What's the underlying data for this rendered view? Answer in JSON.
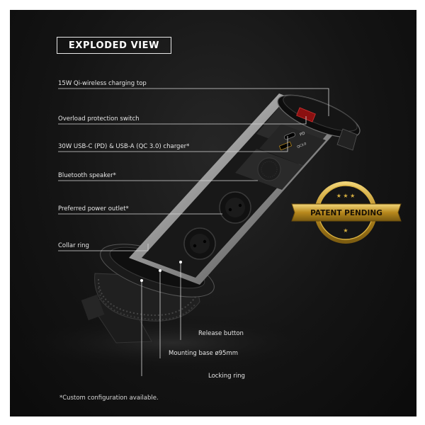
{
  "title": "EXPLODED VIEW",
  "labels": {
    "qi_top": "15W Qi-wireless charging top",
    "overload": "Overload protection switch",
    "usb": "30W USB-C (PD) & USB-A (QC 3.0) charger*",
    "bluetooth": "Bluetooth speaker*",
    "outlet": "Preferred power outlet*",
    "collar": "Collar ring",
    "release": "Release button",
    "mounting": "Mounting base ø95mm",
    "locking": "Locking ring"
  },
  "device_marks": {
    "pd": "PD",
    "qc": "QC3.0"
  },
  "badge": "PATENT PENDING",
  "footnote": "*Custom configuration available.",
  "colors": {
    "background": "#141414",
    "text": "#e6e6e6",
    "badge_gold": "#c9a227",
    "switch_red": "#8b1010"
  }
}
